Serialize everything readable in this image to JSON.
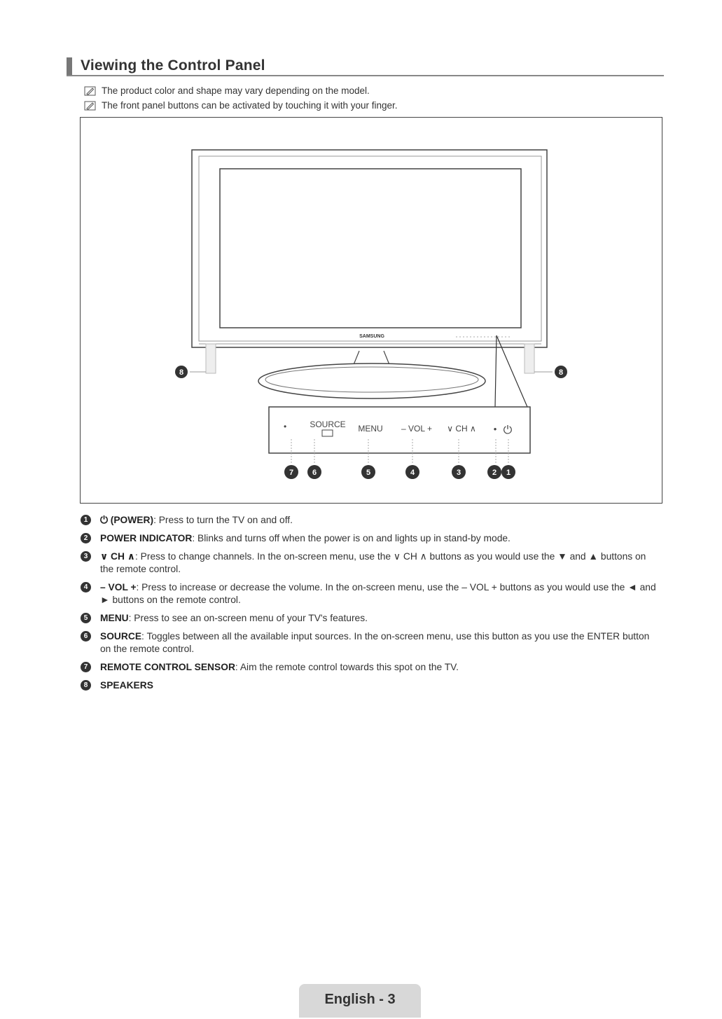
{
  "header": {
    "title": "Viewing the Control Panel"
  },
  "notes": [
    "The product color and shape may vary depending on the model.",
    "The front panel buttons can be activated by touching it with your finger."
  ],
  "diagram": {
    "brand": "SAMSUNG",
    "panel_labels": {
      "source": "SOURCE",
      "menu": "MENU",
      "vol": "– VOL +",
      "ch": "∨ CH ∧",
      "power": "⏻"
    },
    "callout_numbers": [
      "8",
      "8",
      "7",
      "6",
      "5",
      "4",
      "3",
      "2",
      "1"
    ]
  },
  "items": [
    {
      "num": "1",
      "prefix": "⏻ ",
      "label": "(POWER)",
      "text": ": Press to turn the TV on and off."
    },
    {
      "num": "2",
      "prefix": "",
      "label": "POWER INDICATOR",
      "text": ": Blinks and turns off when the power is on and lights up in stand-by mode."
    },
    {
      "num": "3",
      "prefix": "",
      "label": "∨ CH ∧",
      "text": ": Press to change channels. In the on-screen menu, use the ∨ CH ∧ buttons as you would use the ▼ and ▲ buttons on the remote control."
    },
    {
      "num": "4",
      "prefix": "",
      "label": "– VOL +",
      "text": ": Press to increase or decrease the volume. In the on-screen menu, use the – VOL + buttons as you would use the ◄ and ► buttons on the remote control."
    },
    {
      "num": "5",
      "prefix": "",
      "label": "MENU",
      "text": ": Press to see an on-screen menu of your TV's features."
    },
    {
      "num": "6",
      "prefix": "",
      "label": "SOURCE",
      "text": ": Toggles between all the available input sources. In the on-screen menu, use this button as you use the ENTER button on the remote control."
    },
    {
      "num": "7",
      "prefix": "",
      "label": "REMOTE CONTROL SENSOR",
      "text": ": Aim the remote control towards this spot on the TV."
    },
    {
      "num": "8",
      "prefix": "",
      "label": "SPEAKERS",
      "text": ""
    }
  ],
  "footer": {
    "page_label": "English - 3"
  }
}
